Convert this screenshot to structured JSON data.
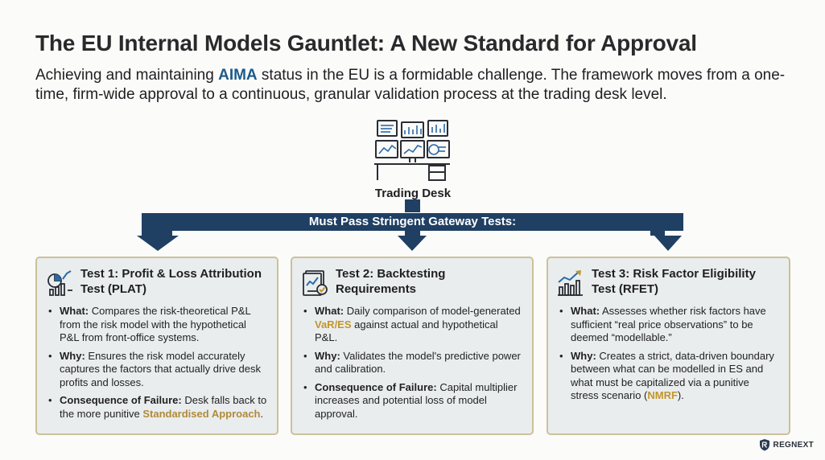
{
  "header": {
    "title": "The EU Internal Models Gauntlet: A New Standard for Approval",
    "subtitle_pre": "Achieving and maintaining ",
    "subtitle_highlight": "AIMA",
    "subtitle_post": " status in the EU is a formidable challenge. The framework moves from a one-time, firm-wide approval to a continuous, granular validation process at the trading desk level."
  },
  "desk": {
    "label": "Trading Desk",
    "icon": "trading-desk-monitors-icon"
  },
  "banner": {
    "label": "Must Pass Stringent Gateway Tests:"
  },
  "tests": [
    {
      "icon": "pnl-chart-icon",
      "title": "Test 1: Profit & Loss Attribution Test (PLAT)",
      "what_label": "What:",
      "what": "Compares the risk-theoretical P&L from the risk model with the hypothetical P&L from front-office systems.",
      "why_label": "Why:",
      "why": "Ensures the risk model accurately captures the factors that actually drive desk profits and losses.",
      "cons_label": "Consequence of Failure:",
      "cons_pre": "Desk falls back to the more punitive ",
      "cons_highlight": "Standardised Approach",
      "cons_post": "."
    },
    {
      "icon": "backtest-report-icon",
      "title": "Test 2: Backtesting Requirements",
      "what_label": "What:",
      "what_pre": "Daily comparison of model-generated ",
      "what_highlight": "VaR/ES",
      "what_post": " against actual and hypothetical P&L.",
      "why_label": "Why:",
      "why": "Validates the model's predictive power and calibration.",
      "cons_label": "Consequence of Failure:",
      "cons": "Capital multiplier increases and potential loss of model approval."
    },
    {
      "icon": "growth-bars-icon",
      "title": "Test 3: Risk Factor Eligibility Test (RFET)",
      "what_label": "What:",
      "what": "Assesses whether risk factors have sufficient “real price observations” to be deemed “modellable.”",
      "why_label": "Why:",
      "why_pre": "Creates a strict, data-driven boundary between what can be modelled in ES and what must be capitalized via a punitive stress scenario (",
      "why_highlight": "NMRF",
      "why_post": ")."
    }
  ],
  "brand": {
    "text": "REGNEXT",
    "icon": "shield-logo-icon"
  },
  "colors": {
    "navy": "#1f3f63",
    "gold_border": "#cbc19a",
    "card_bg": "#eaedee",
    "highlight_blue": "#1e5a8a",
    "highlight_gold": "#b08a3a"
  }
}
